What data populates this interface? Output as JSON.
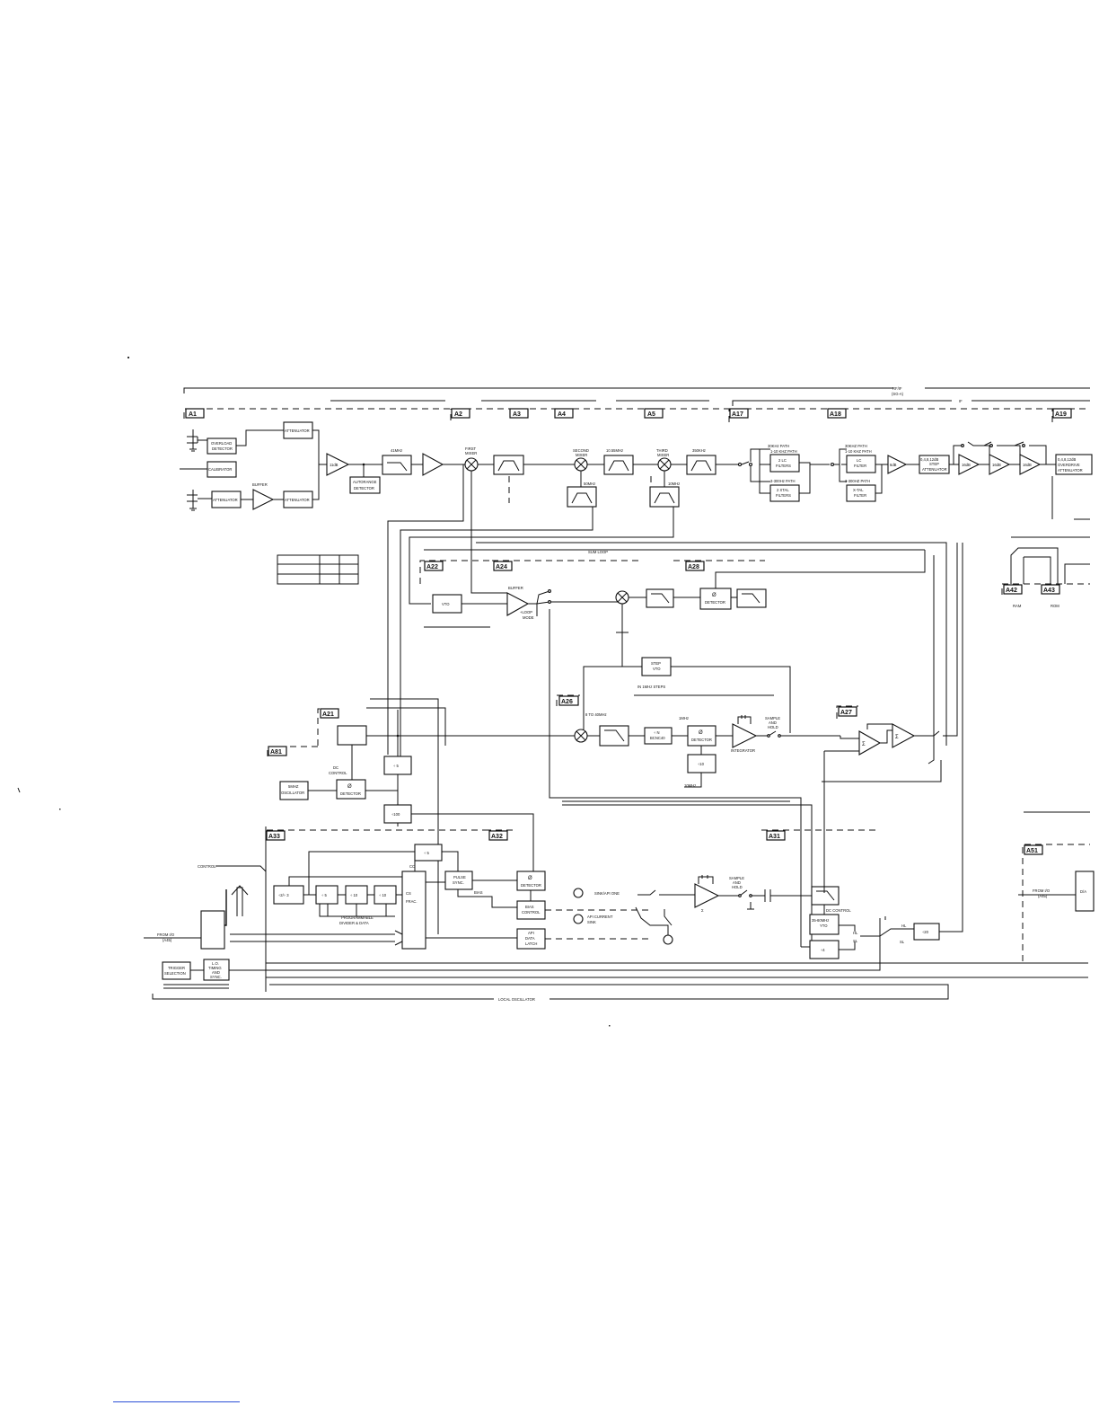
{
  "assemblies": {
    "a1": "A1",
    "a2": "A2",
    "a3": "A3",
    "a4": "A4",
    "a5": "A5",
    "a17": "A17",
    "a18": "A18",
    "a19": "A19",
    "a22": "A22",
    "a24": "A24",
    "a28": "A28",
    "a26": "A26",
    "a21": "A21",
    "a81": "A81",
    "a27": "A27",
    "a33": "A33",
    "a32": "A32",
    "a31": "A31",
    "a42": "A42",
    "a43": "A43",
    "a51": "A51"
  },
  "headers": {
    "rf_if_top": "RF/IF",
    "rf_if_sub": "(SG-A)",
    "if": "IF",
    "sum_loop": "SUM LOOP",
    "local_oscillator": "LOCAL OSCILLATOR"
  },
  "rf_section": {
    "overload_detector": [
      "OVERLOAD",
      "DETECTOR"
    ],
    "calibrator": "CALIBRATOR",
    "attenuator": "ATTENUATOR",
    "buffer": "BUFFER",
    "amp_11db": "11dB",
    "autorange_detector": [
      "AUTORANGE",
      "DETECTOR"
    ],
    "freq_41mhz": "41MHz",
    "first_mixer": [
      "FIRST",
      "MIXER"
    ],
    "second_mixer": [
      "SECOND",
      "MIXER"
    ],
    "freq_10_55mhz": "10.55MHz",
    "freq_50mhz": "50MHz",
    "third_mixer": [
      "THIRD",
      "MIXER"
    ],
    "freq_350khz": "350KHz",
    "freq_10mhz": "10MHz"
  },
  "if_section": {
    "path_30khz": "30KHz PATH",
    "path_1_10khz": "1-10 KHZ PATH",
    "lc_filters_2": [
      "2 LC",
      "FILTERS"
    ],
    "path_3_300hz": "3-300Hz PATH",
    "xtal_filters_2": [
      "2 XTAL",
      "FILTERS"
    ],
    "path_30khz_b": "30KHZ PATH",
    "path_1_10khz_b": "1-10 KHZ PATH",
    "lc_filter": [
      "LC",
      "FILTER"
    ],
    "path_3_300hz_b": "3-300HZ PATH",
    "xtal_filter": [
      "X-TAL",
      "FILTER"
    ],
    "amp_6db": "6dB",
    "step_attenuator": [
      "0,4,8,12dB",
      "STEP",
      "ATTENUATOR"
    ],
    "amp_16db_1": "16dB",
    "amp_16db_2": "16dB",
    "amp_16db_3": "16dB",
    "overdrive_attenuator": [
      "0,4,8,12dB",
      "OVERDRIVE",
      "ATTENUATOR"
    ]
  },
  "sum_loop": {
    "vto": "VTO",
    "buffer": "BUFFER",
    "loop_mode": [
      "+LOOP",
      "MODE"
    ],
    "phase_detector": [
      "Ø",
      "DETECTOR"
    ],
    "step_vto": [
      "STEP",
      "VTO"
    ],
    "steps": "IN 1MHz STEPS",
    "range_8_40": "8 TO 40MHz",
    "div_n": [
      "÷ N",
      "BCNC40"
    ],
    "freq_1mhz": "1MHz",
    "phase_detector_2": [
      "Ø",
      "DETECTOR"
    ],
    "integrator": "INTEGRATOR",
    "sample_hold": [
      "SAMPLE",
      "AND",
      "HOLD"
    ],
    "div_10": "÷10",
    "freq_10mhz": "10MHz",
    "sigma": "Σ"
  },
  "reference": {
    "div_5": "÷ 5",
    "div_100": "÷100",
    "dc_control": [
      "DC",
      "CONTROL"
    ],
    "ref_oscillator": [
      "5MHZ",
      "OSCILLATOR"
    ],
    "phase_detector": [
      "Ø",
      "DETECTOR"
    ]
  },
  "local_osc": {
    "control": "CONTROL",
    "from_io": [
      "FROM I/O",
      "(A45)"
    ],
    "trigger_selection": [
      "TRIGGER",
      "SELECTION"
    ],
    "lo_timing": [
      "L.O.",
      "TIMING",
      "AND",
      "SYNC."
    ],
    "div_2_3": "÷2/÷ 3",
    "div_5": "÷ 5",
    "div_10_a": "÷ 10",
    "div_10_b": "÷ 10",
    "prog_divider": [
      "PROGRAMMABLE",
      "DIVIDER & DATA"
    ],
    "div_5_top": "÷ 5",
    "cc": "CC",
    "cs_frac": [
      "CS",
      "FRAC."
    ],
    "pulse_sync": [
      "PULSE",
      "SYNC."
    ],
    "bias": "BIAS",
    "phase_detector": [
      "Ø",
      "DETECTOR"
    ],
    "bias_control": [
      "BIAS",
      "CONTROL"
    ],
    "api_data_latch": [
      "API",
      "DATA",
      "LATCH"
    ],
    "sink_api_one": "SINK/API ONE",
    "api_current_sink": [
      "API CURRENT",
      "SINK"
    ],
    "sample_hold": [
      "SAMPLE",
      "AND",
      "HOLD"
    ],
    "dc_control": "DC CONTROL",
    "yto": [
      "35-60MHz",
      "YTO"
    ],
    "div_4": "÷4",
    "div_20": "÷20",
    "hl": "HL",
    "sl": "SL"
  },
  "right_side": {
    "ram": "RAM",
    "rom": "ROM",
    "from_io": [
      "FROM I/O",
      "(A45)"
    ],
    "d_a": "D/A"
  }
}
